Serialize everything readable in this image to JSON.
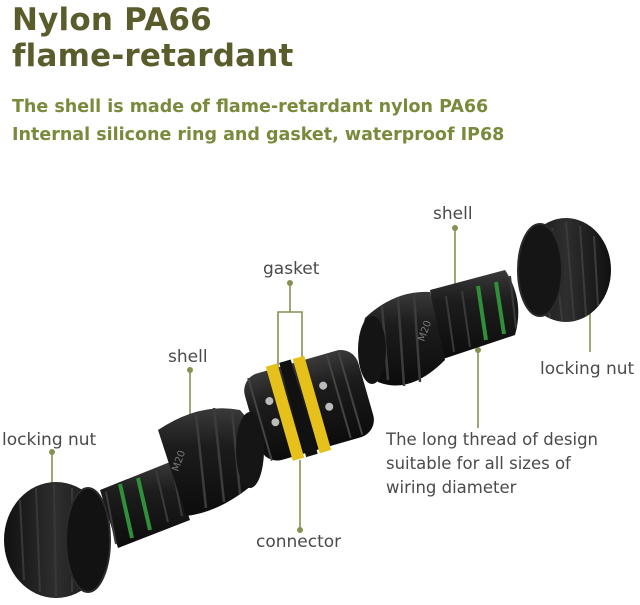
{
  "heading": {
    "line1": "Nylon PA66",
    "line2": "flame-retardant"
  },
  "subheading": {
    "line1": "The shell is made of flame-retardant nylon PA66",
    "line2": "Internal silicone ring and gasket, waterproof IP68"
  },
  "callouts": {
    "shell_right": "shell",
    "gasket": "gasket",
    "shell_left": "shell",
    "locking_nut_right": "locking nut",
    "locking_nut_left": "locking nut",
    "connector": "connector",
    "thread_description": [
      "The long thread of design",
      "suitable for all sizes of",
      "wiring diameter"
    ]
  },
  "colors": {
    "title": "#5a5c2c",
    "subtitle": "#7a8a3c",
    "leader_line": "#8a8f52",
    "body_black": "#1a1a1a",
    "gasket_yellow": "#e6c11c",
    "seal_green": "#2f8f3a"
  },
  "icons": [
    "waterproof-connector-illustration"
  ]
}
